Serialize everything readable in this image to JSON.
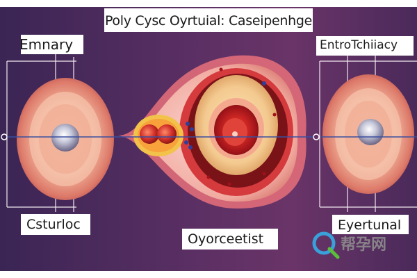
{
  "title": "Poly Cysc Oyrtuial: Caseipenhge",
  "labels": {
    "top_left": "Emnary",
    "top_right": "EntroTchiiacy",
    "bottom_left": "Csturloc",
    "bottom_middle": "Oyorceetist",
    "bottom_right": "Eyertunal"
  },
  "watermark": {
    "text": "帮孕网"
  },
  "colors": {
    "background": "#4a2a5a",
    "tissue_outer": "#e88a7a",
    "tissue_inner": "#f6c9b4",
    "nucleus": "#b8b6c8",
    "core_red": "#c41e1e",
    "follicle_yellow": "#f3c24b",
    "axis_line": "#3a4fa0"
  }
}
